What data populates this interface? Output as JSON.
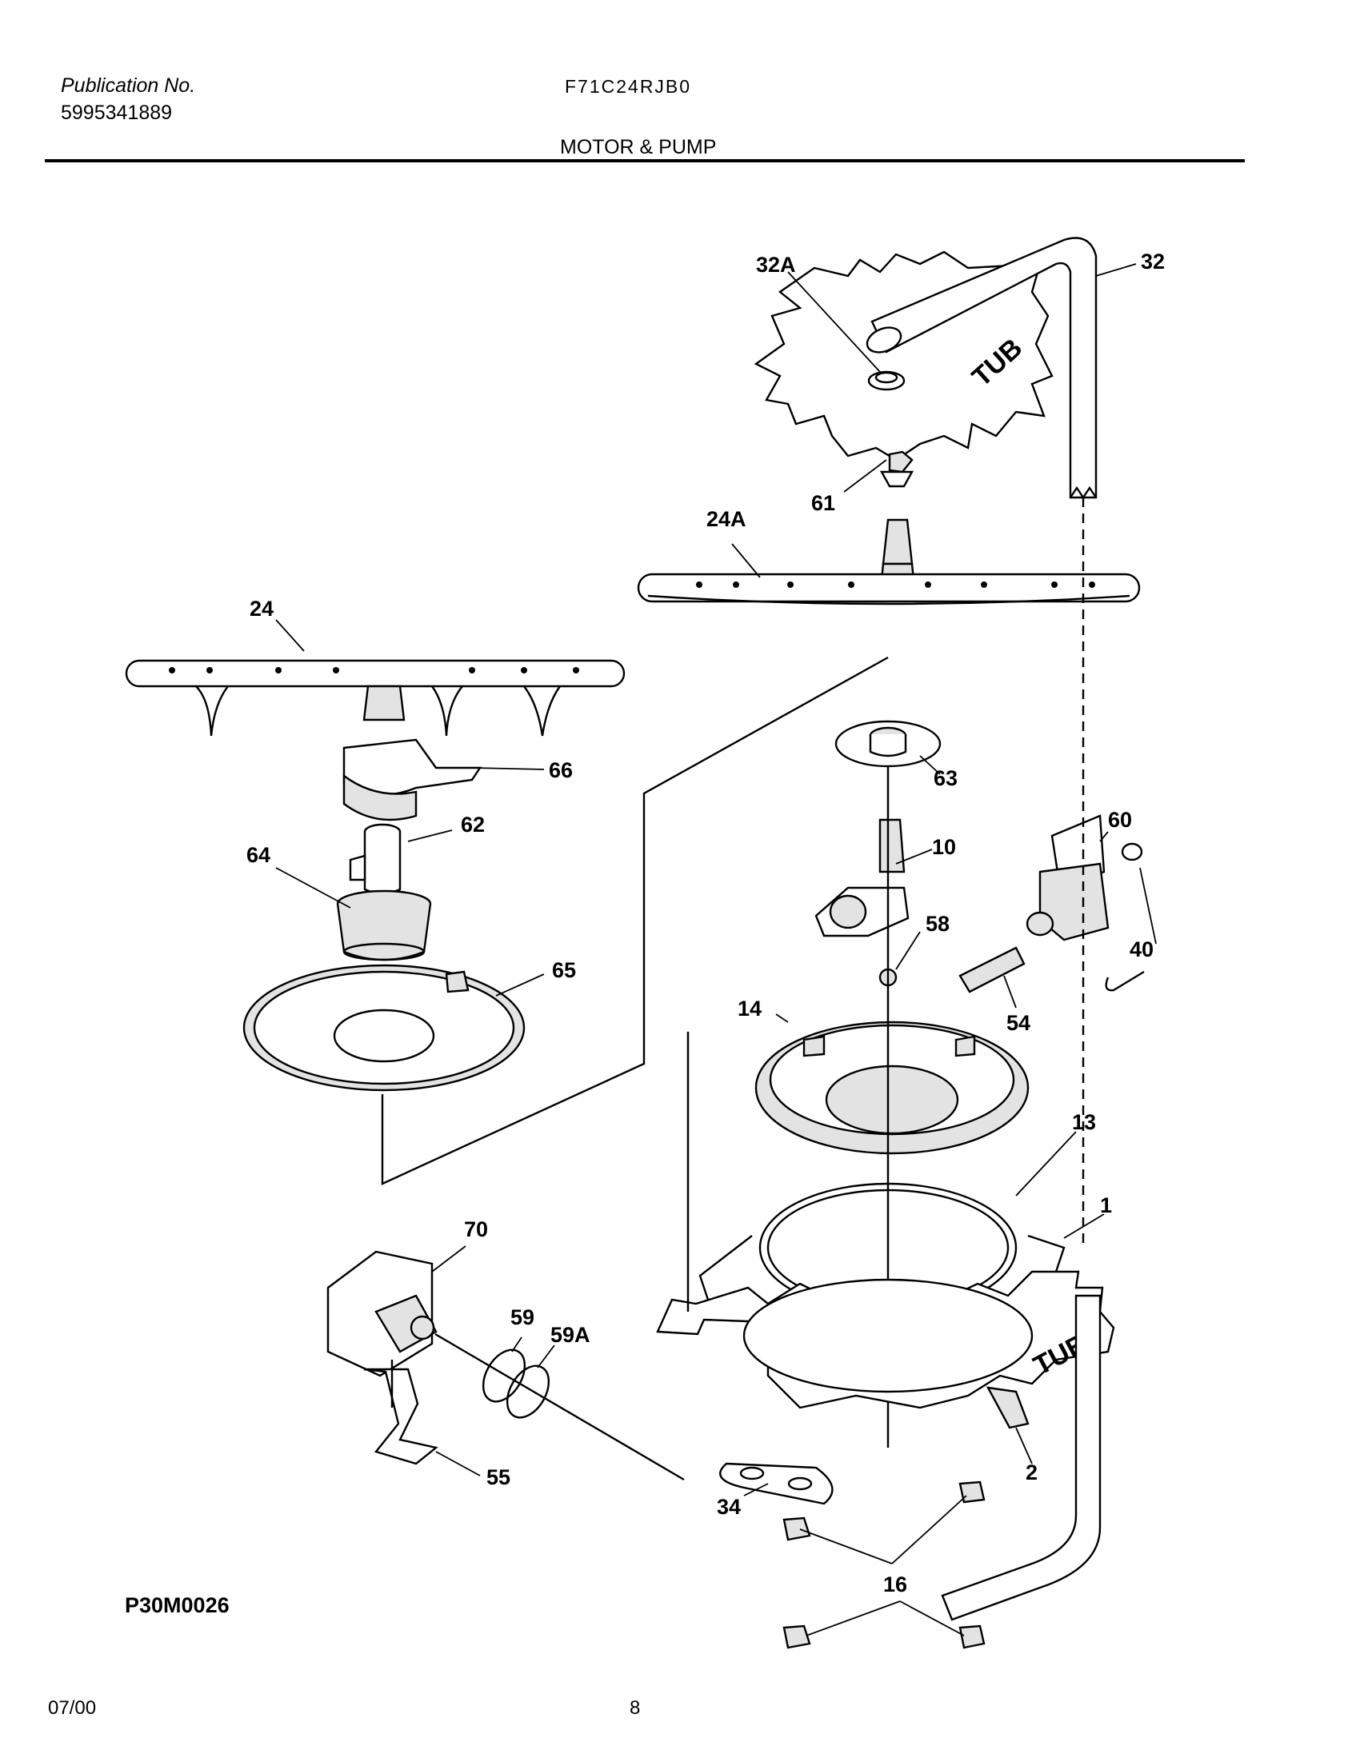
{
  "header": {
    "publication_label": "Publication No.",
    "publication_number": "5995341889",
    "model": "F71C24RJB0",
    "section_title": "MOTOR & PUMP"
  },
  "diagram": {
    "code": "P30M0026",
    "tub_labels": [
      "TUB",
      "TUB"
    ],
    "callouts": {
      "c32A": "32A",
      "c32": "32",
      "c61": "61",
      "c24A": "24A",
      "c24": "24",
      "c66": "66",
      "c62": "62",
      "c64": "64",
      "c65": "65",
      "c63": "63",
      "c10": "10",
      "c60": "60",
      "c58": "58",
      "c40": "40",
      "c54": "54",
      "c14": "14",
      "c13": "13",
      "c1": "1",
      "c70": "70",
      "c59": "59",
      "c59A": "59A",
      "c55": "55",
      "c2": "2",
      "c34": "34",
      "c16": "16"
    }
  },
  "footer": {
    "date": "07/00",
    "page_number": "8"
  }
}
